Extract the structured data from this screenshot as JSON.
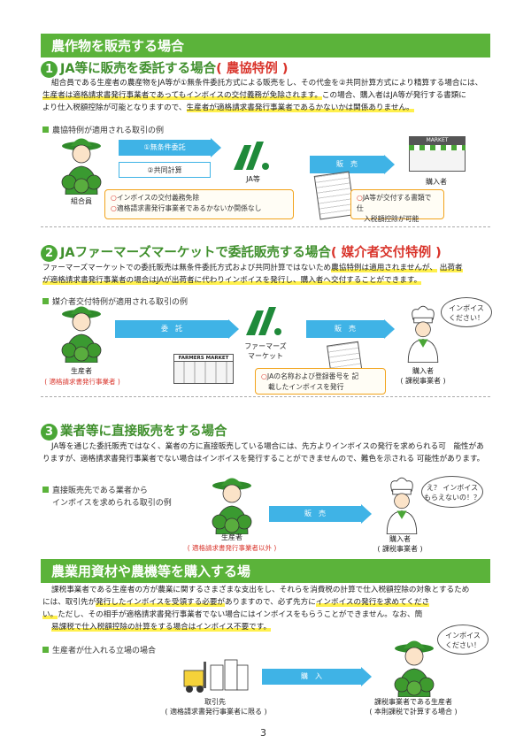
{
  "title1": "農作物を販売する場合",
  "s1": {
    "num": "1",
    "head": "JA等に販売を委託する場合",
    "head_red": "( 農協特例 )",
    "p1": "組合員である生産者の農産物をJA等が①無条件委託方式による販売をし、その代金を②共同計算方式により精算する場合には、",
    "p2": "生産者は適格請求書発行事業者であってもインボイスの交付義務が免除されます。",
    "p2b": "この場合、購入者はJA等が発行する書類に",
    "p3a": "より仕入税額控除が可能となりますので、",
    "p3b": "生産者が適格請求書発行事業者であるかないかは関係ありません。",
    "caption": "農協特例が適用される取引の例",
    "arrow1": "①無条件委託",
    "arrow2": "②共同計算",
    "arrow3": "販　売",
    "member": "組合員",
    "ja": "JA等",
    "buyer": "購入者",
    "market": "MARKET",
    "note1a": "インボイスの交付義務免除",
    "note1b": "適格請求書発行事業者であるかないか関係なし",
    "note2a": "JA等が交付する書類で 仕",
    "note2b": "入税額控除が可能"
  },
  "s2": {
    "num": "2",
    "head": "JAファーマーズマーケットで委託販売する場合",
    "head_red": "( 媒介者交付特例 )",
    "p1a": "ファーマーズマーケットでの委託販売は無条件委託方式および共同計算ではないため",
    "p1b": "農協特例は適用されませんが、",
    "p1c": "出荷者",
    "p2a": "が適格請求書発行事業者の場合はJAが出荷者に代わりインボイスを発行し、購入者へ交付することができます。",
    "caption": "媒介者交付特例が適用される取引の例",
    "arrow1": "委　託",
    "arrow2": "販　売",
    "producer": "生産者",
    "producer_note": "( 適格請求書発行事業者 )",
    "fm_sign": "FARMERS MARKET",
    "fm": "ファーマーズ",
    "fm2": "マーケット",
    "buyer": "購入者",
    "buyer_note": "( 課税事業者 )",
    "speech1": "インボイス",
    "speech2": "ください！",
    "note_a": "JAの名称および登録番号を 記",
    "note_b": "載したインボイスを発行"
  },
  "s3": {
    "num": "3",
    "head": "業者等に直接販売をする場合",
    "p1": "JA等を通じた委託販売ではなく、業者の方に直接販売している場合には、先方よりインボイスの発行を求められる可　能性があ",
    "p2": "りますが、適格請求書発行事業者でない場合はインボイスを発行することができませんので、難色を示される 可能性があります。",
    "caption1": "直接販売先である業者から",
    "caption2": "インボイスを求められる取引の例",
    "arrow": "販　売",
    "producer": "生産者",
    "producer_note": "( 適格請求書発行事業者以外 )",
    "buyer": "購入者",
    "buyer_note": "( 課税事業者 )",
    "speech1": "え？ インボイス",
    "speech2": "もらえないの！？"
  },
  "title2": "農業用資材や農機等を購入する場",
  "s4": {
    "p1": "課税事業者である生産者の方が農業に関するさまざまな支出をし、それらを消費税の計算で仕入税額控除の対象とするため",
    "p2a": "には、取引先が",
    "p2b": "発行したインボイスを受領する必要が",
    "p2c": "ありますので、必ず先方に",
    "p2d": "インボイスの発行を求めてくださ",
    "p3a": "い。",
    "p3b": "ただし、その相手が適格請求書発行事業者でない場合にはインボイスをもらうことができません。なお、簡",
    "p4": "易課税で仕入税額控除の計算をする場合はインボイス不要です。",
    "caption": "生産者が仕入れる立場の場合",
    "arrow": "購　入",
    "supplier": "取引先",
    "supplier_note": "( 適格請求書発行事業者に限る )",
    "producer": "課税事業者である生産者",
    "producer_note": "( 本則課税で計算する場合 )",
    "speech1": "インボイス",
    "speech2": "ください！"
  },
  "page": "3",
  "colors": {
    "green": "#5bb33a",
    "blue": "#3fb3e6",
    "red": "#d9342b",
    "orange": "#f2a31b",
    "yellow": "#fff04d"
  }
}
